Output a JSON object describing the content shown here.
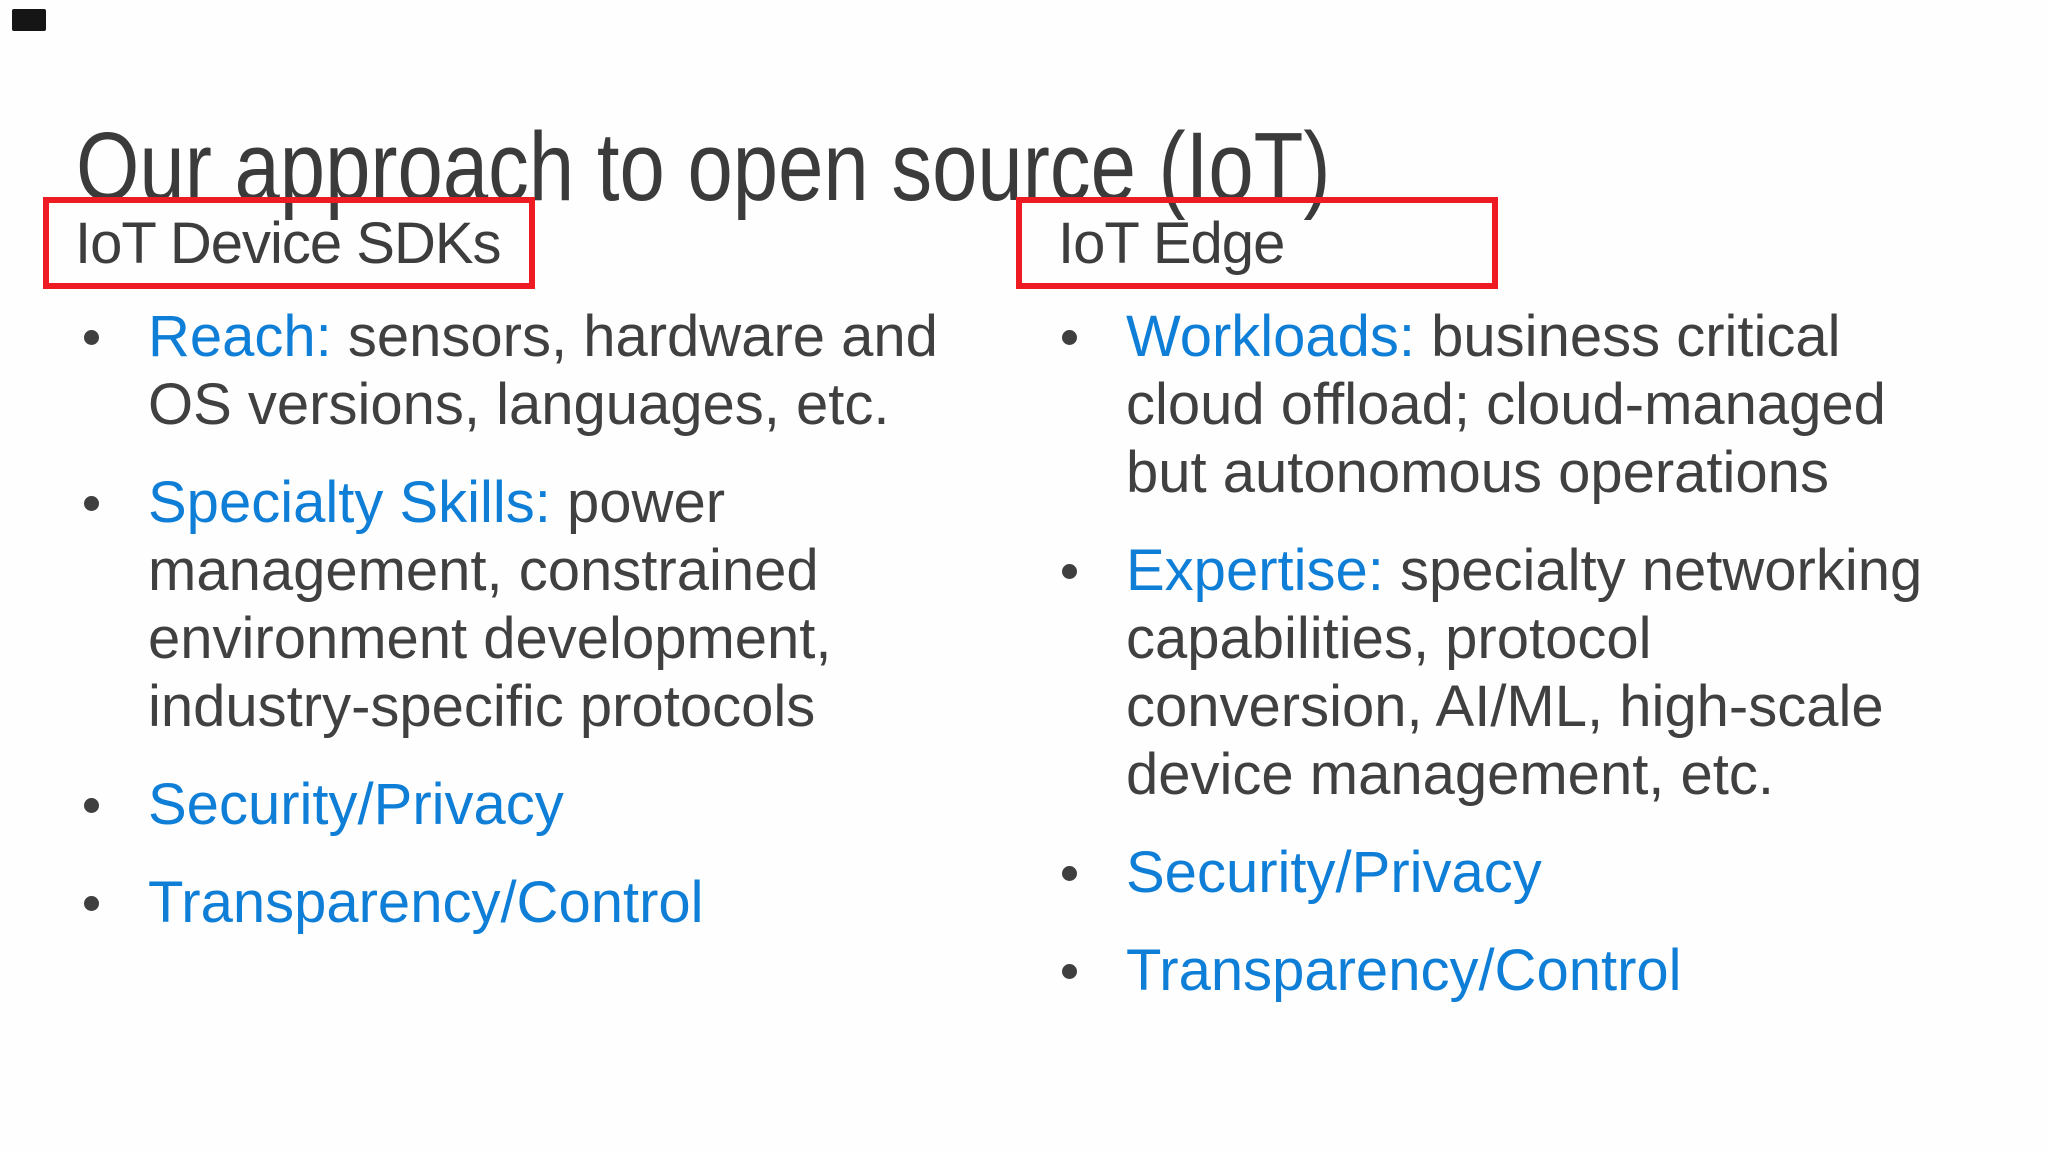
{
  "slide": {
    "title": "Our approach to open source (IoT)",
    "columns": [
      {
        "header": "IoT Device SDKs",
        "items": [
          {
            "lead": "Reach:",
            "lines": [
              "sensors, hardware and",
              "OS versions, languages, etc."
            ]
          },
          {
            "lead": "Specialty Skills:",
            "lines": [
              "power",
              "management, constrained",
              "environment development,",
              "industry-specific protocols"
            ]
          },
          {
            "lead": "Security/Privacy",
            "lines": []
          },
          {
            "lead": "Transparency/Control",
            "lines": []
          }
        ]
      },
      {
        "header": "IoT Edge",
        "items": [
          {
            "lead": "Workloads:",
            "lines": [
              "business critical",
              "cloud offload; cloud-managed",
              "but autonomous operations"
            ]
          },
          {
            "lead": "Expertise:",
            "lines": [
              "specialty networking",
              "capabilities, protocol",
              "conversion, AI/ML, high-scale",
              "device management, etc."
            ]
          },
          {
            "lead": "Security/Privacy",
            "lines": []
          },
          {
            "lead": "Transparency/Control",
            "lines": []
          }
        ]
      }
    ],
    "colors": {
      "accent_blue": "#0f7ed7",
      "highlight_red": "#ee1b22",
      "text_dark": "#3f3f3f",
      "background": "#fefefe"
    }
  }
}
